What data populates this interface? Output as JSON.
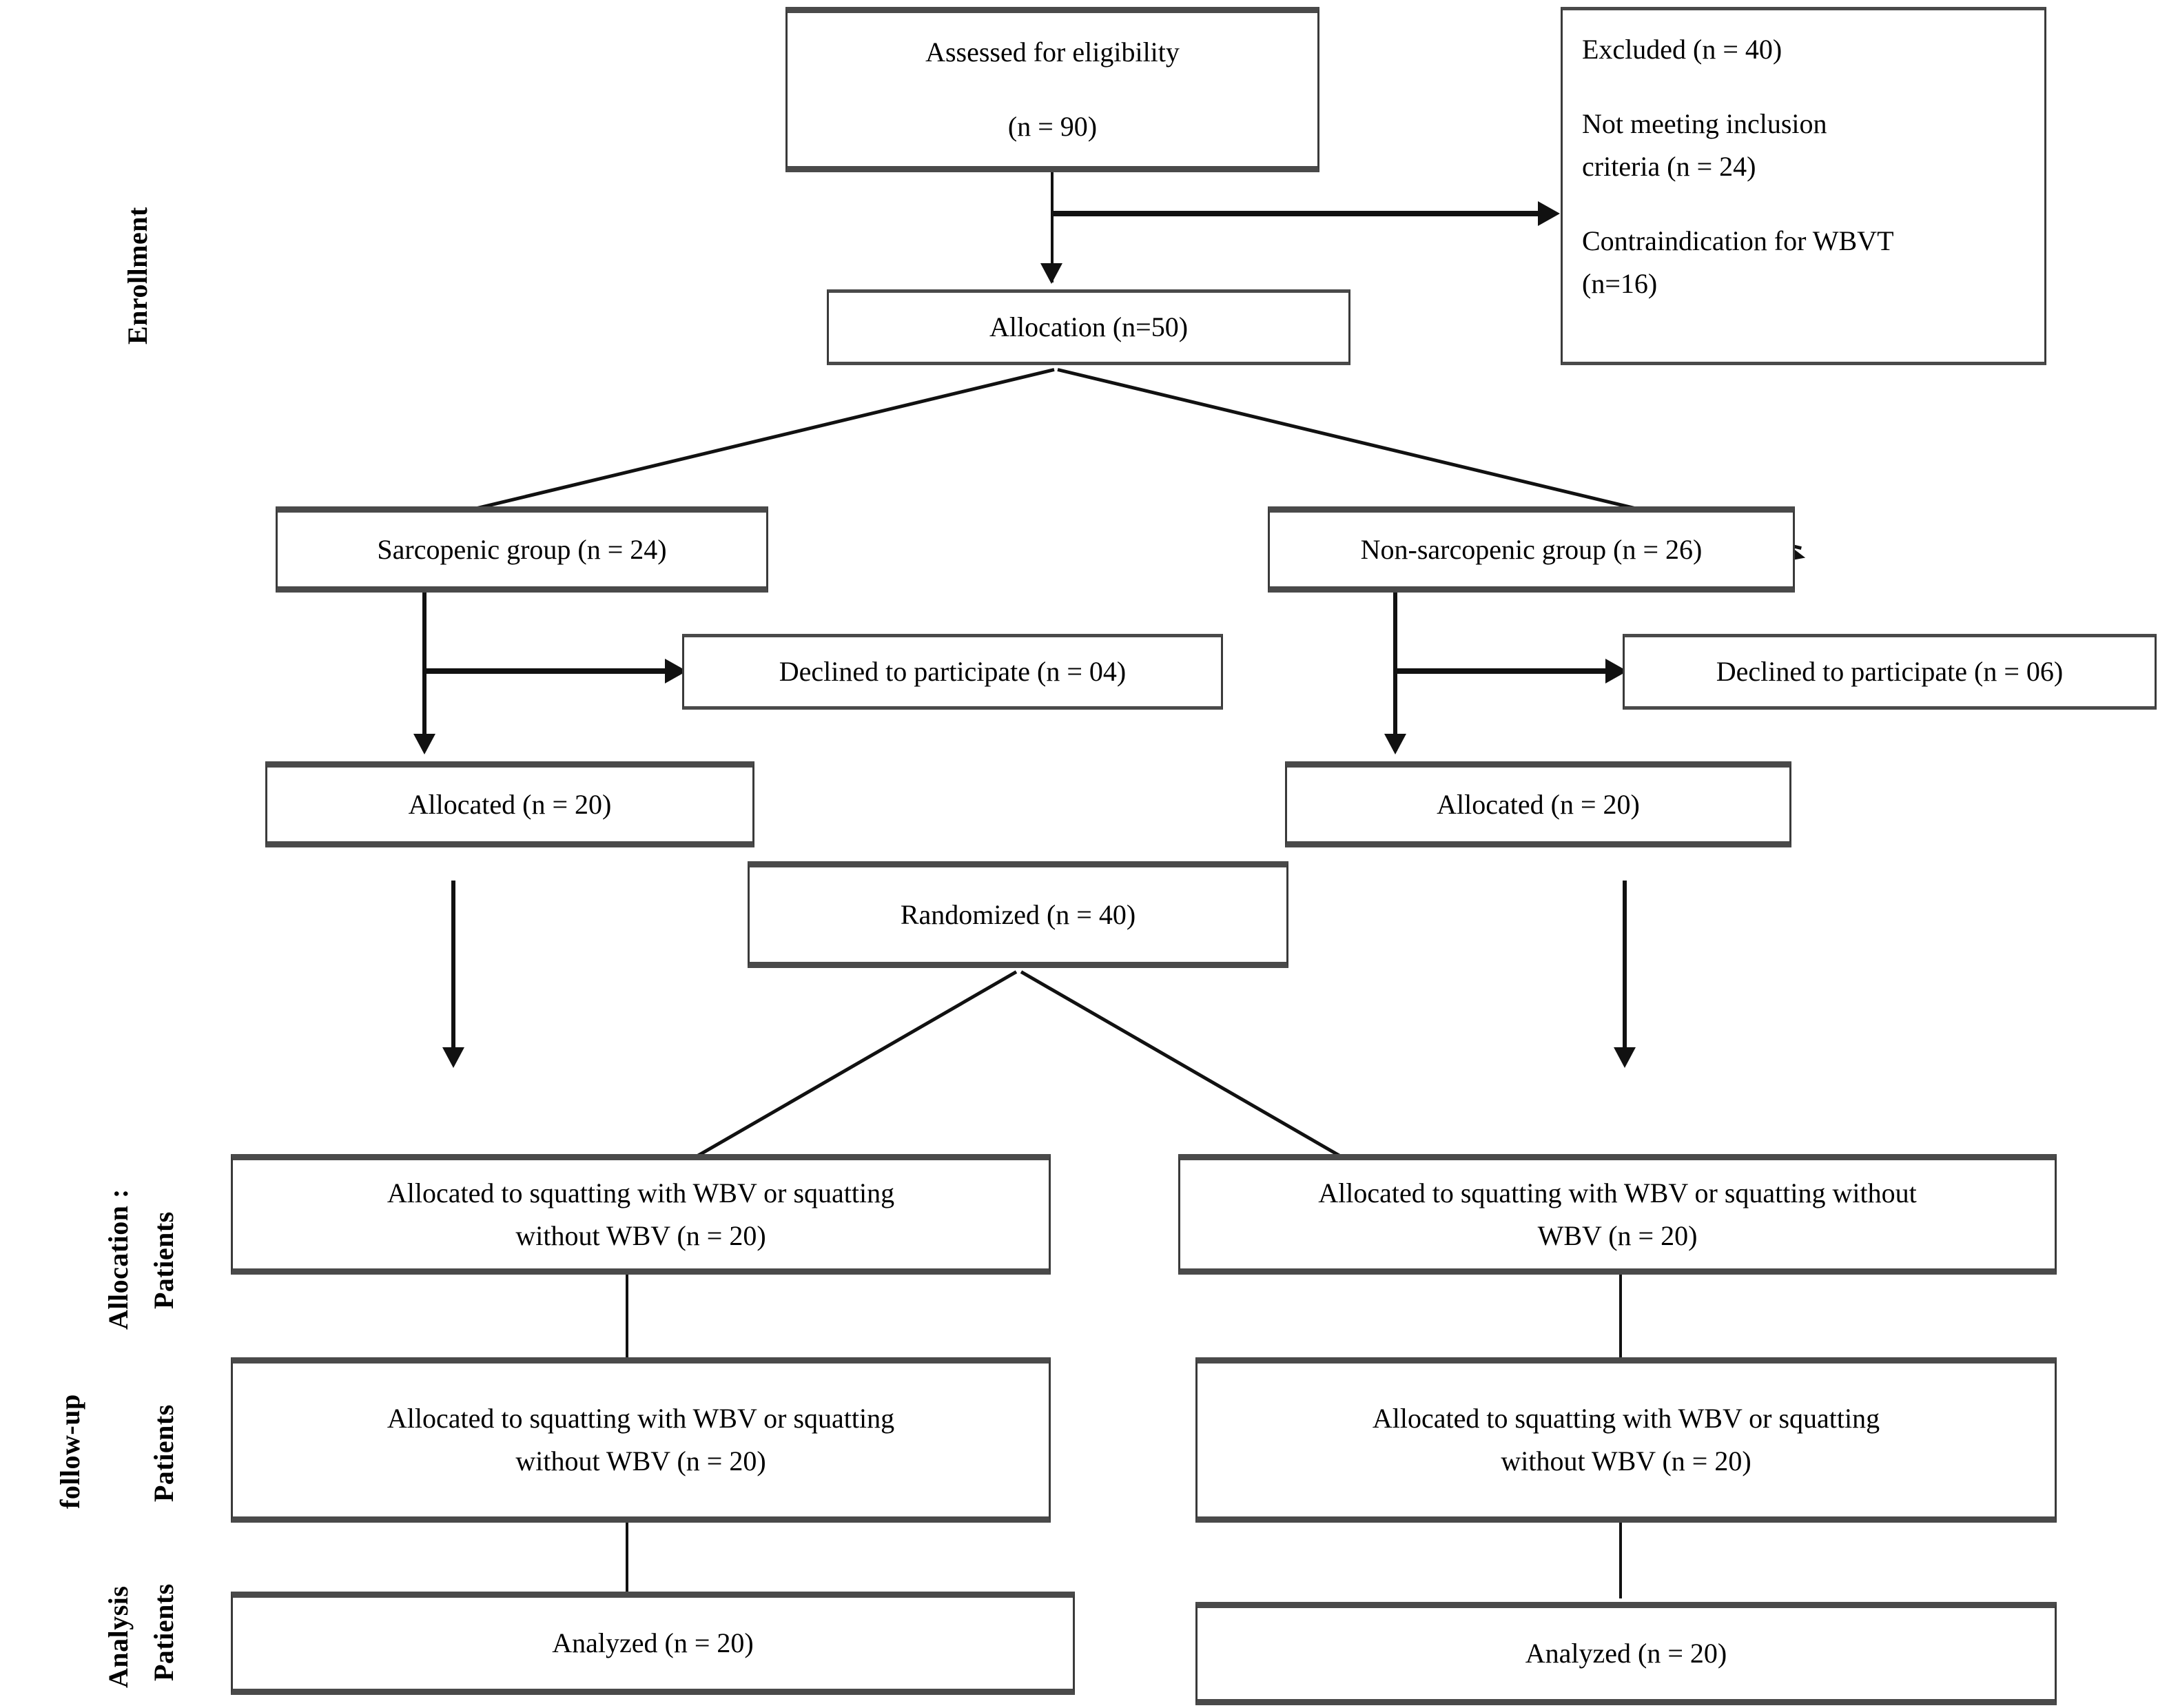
{
  "diagram": {
    "title": "CONSORT participant flow diagram",
    "stage_labels": [
      {
        "id": "enrollment",
        "text": "Enrollment"
      },
      {
        "id": "allocation",
        "text": "Allocation :"
      },
      {
        "id": "allocation-patients",
        "text": "Patients"
      },
      {
        "id": "followup",
        "text": "follow-up"
      },
      {
        "id": "followup-patients",
        "text": "Patients"
      },
      {
        "id": "analysis",
        "text": "Analysis"
      },
      {
        "id": "analysis-patients",
        "text": "Patients"
      }
    ],
    "nodes": {
      "assessed": {
        "line1": "Assessed for eligibility",
        "line2": "(n = 90)"
      },
      "excluded": {
        "line1": "Excluded (n = 40)",
        "line2": "Not meeting inclusion",
        "line3": "criteria (n = 24)",
        "line4": " Contraindication for WBVT",
        "line5": "(n=16)"
      },
      "allocation": {
        "label": "Allocation (n=50)"
      },
      "sarcopenic_group": {
        "label": "Sarcopenic group (n = 24)"
      },
      "nonsarcopenic_group": {
        "label": "Non-sarcopenic group (n = 26)"
      },
      "declined_left": {
        "label": "Declined to participate (n = 04)"
      },
      "declined_right": {
        "label": "Declined to participate (n = 06)"
      },
      "allocated_left": {
        "label": "Allocated (n = 20)"
      },
      "allocated_right": {
        "label": "Allocated (n = 20)"
      },
      "randomized": {
        "label": "Randomized (n = 40)"
      },
      "alloc_wbv_left": {
        "line1": "Allocated to squatting with WBV or squatting",
        "line2": "without WBV (n = 20)"
      },
      "alloc_wbv_right": {
        "line1": "Allocated to squatting with WBV or squatting without",
        "line2": "WBV (n = 20)"
      },
      "followup_wbv_left": {
        "line1": "Allocated to squatting with WBV or squatting",
        "line2": "without WBV (n = 20)"
      },
      "followup_wbv_right": {
        "line1": "Allocated to squatting with WBV or squatting",
        "line2": "without WBV (n = 20)"
      },
      "analyzed_left": {
        "label": "Analyzed (n = 20)"
      },
      "analyzed_right": {
        "label": "Analyzed (n = 20)"
      }
    },
    "colors": {
      "box_border": "#3a3a3a",
      "box_edge_heavy": "#4a4a4a",
      "connector": "#111111",
      "background": "#ffffff",
      "text": "#000000"
    }
  }
}
